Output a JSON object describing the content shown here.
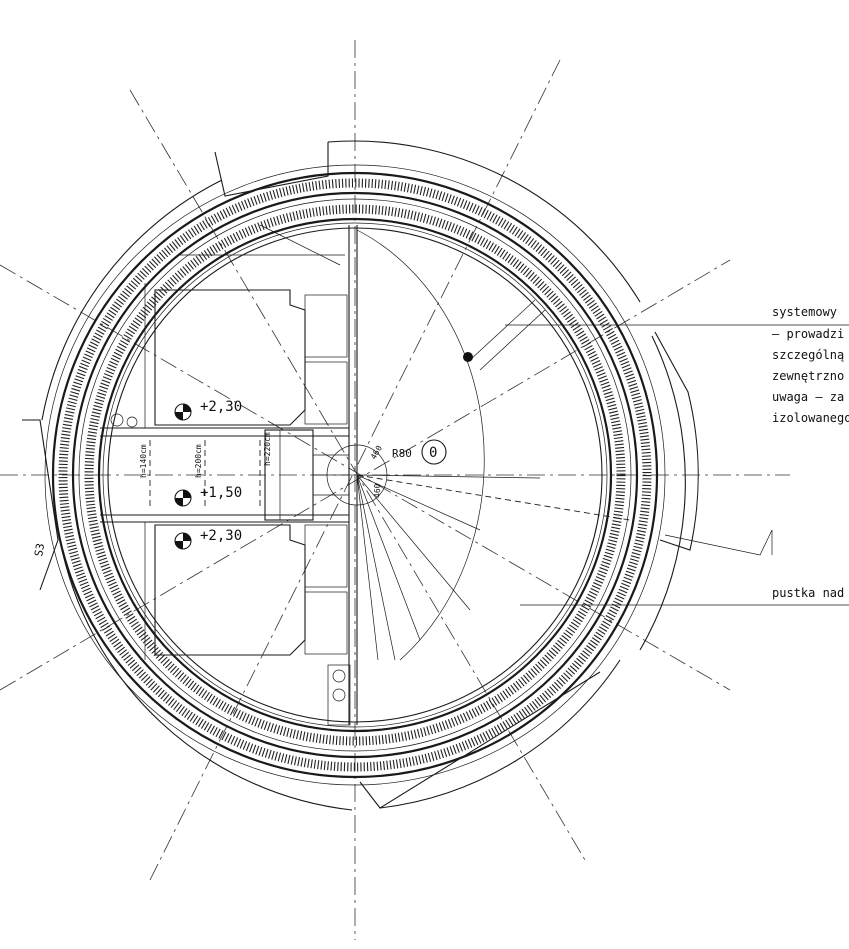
{
  "drawing": {
    "notes_right": [
      "systemowy",
      "– prowadzi",
      "szczególną",
      "zewnętrzno",
      "uwaga – za",
      "izolowanego"
    ],
    "note_void": "pustka nad",
    "levels": [
      "+2,30",
      "+1,50",
      "+2,30"
    ],
    "stair_dims": [
      "h=140cm",
      "h=200cm",
      "h=220cm"
    ],
    "radius_label": "R80",
    "circle_tag": "0",
    "angle_label": "460",
    "angle_label_2": "460",
    "wall_tag": "S3"
  }
}
